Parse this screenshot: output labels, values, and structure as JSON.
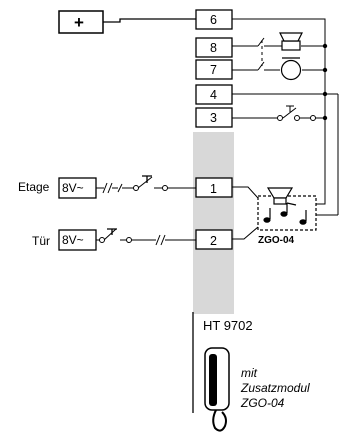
{
  "power": {
    "plus_symbol": "+"
  },
  "terminals": [
    "6",
    "8",
    "7",
    "4",
    "3",
    "1",
    "2"
  ],
  "inputs": {
    "etage": {
      "label": "Etage",
      "voltage": "8V~"
    },
    "tuer": {
      "label": "Tür",
      "voltage": "8V~"
    }
  },
  "module": {
    "label": "ZGO-04"
  },
  "device": {
    "model": "HT 9702",
    "note_lines": [
      "mit",
      "Zusatzmodul",
      "ZGO-04"
    ]
  }
}
